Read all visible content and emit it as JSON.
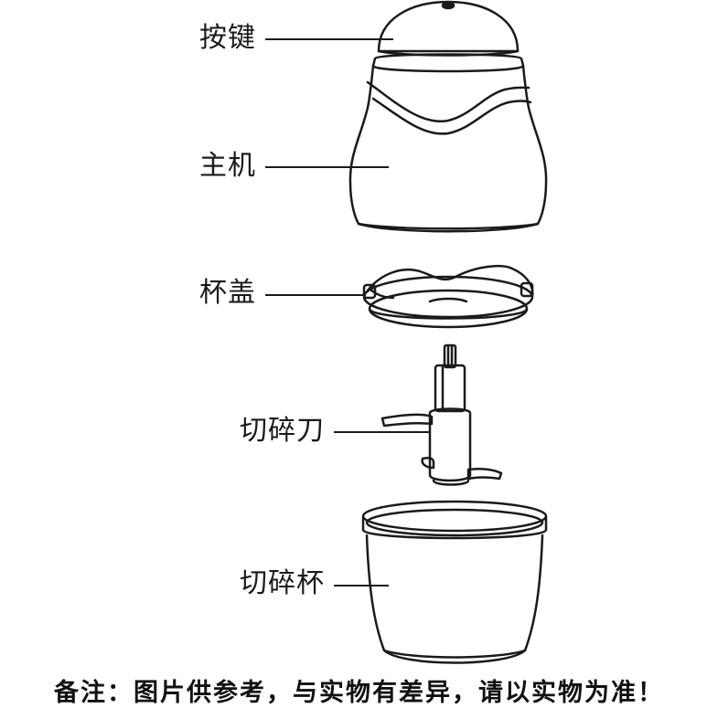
{
  "diagram": {
    "labels": {
      "button": "按键",
      "main_unit": "主机",
      "cup_lid": "杯盖",
      "blade": "切碎刀",
      "cup": "切碎杯"
    },
    "footnote": "备注：图片供参考，与实物有差异，请以实物为准！",
    "colors": {
      "line": "#1a1a1a",
      "background": "#ffffff"
    }
  }
}
